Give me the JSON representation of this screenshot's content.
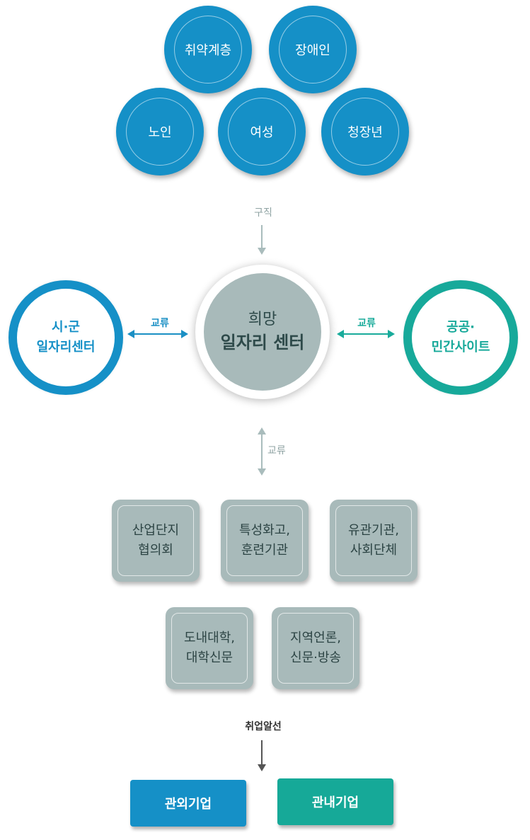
{
  "target_groups": {
    "vulnerable": "취약계층",
    "disabled": "장애인",
    "elderly": "노인",
    "women": "여성",
    "youth": "청장년"
  },
  "flow_labels": {
    "job_seeking": "구직",
    "exchange_left": "교류",
    "exchange_right": "교류",
    "exchange_down": "교류",
    "placement": "취업알선"
  },
  "center": {
    "line1": "희망",
    "line2": "일자리 센터"
  },
  "left_partner": {
    "line1": "시·군",
    "line2": "일자리센터"
  },
  "right_partner": {
    "line1": "공공·",
    "line2": "민간사이트"
  },
  "organizations": {
    "industrial": {
      "line1": "산업단지",
      "line2": "협의회"
    },
    "vocational": {
      "line1": "특성화고,",
      "line2": "훈련기관"
    },
    "related": {
      "line1": "유관기관,",
      "line2": "사회단체"
    },
    "university": {
      "line1": "도내대학,",
      "line2": "대학신문"
    },
    "media": {
      "line1": "지역언론,",
      "line2": "신문·방송"
    }
  },
  "companies": {
    "outside": "관외기업",
    "inside": "관내기업"
  },
  "colors": {
    "blue": "#1590c7",
    "teal": "#17a99a",
    "gray": "#a8baba"
  }
}
